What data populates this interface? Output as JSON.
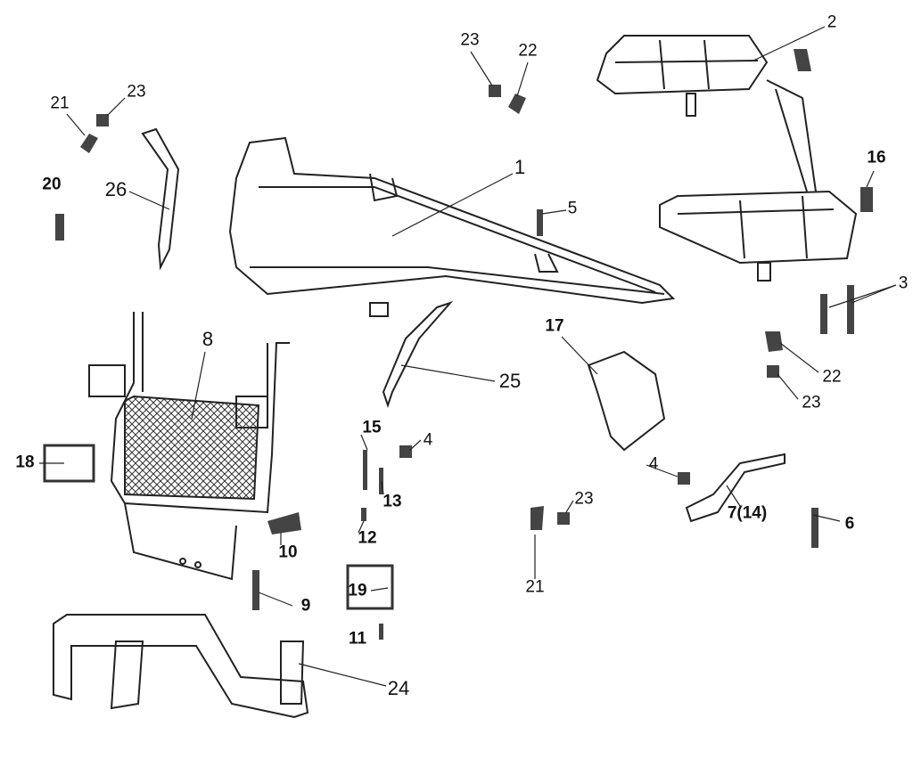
{
  "callouts": [
    {
      "id": "2",
      "bold": false
    },
    {
      "id": "23",
      "bold": false
    },
    {
      "id": "22",
      "bold": false
    },
    {
      "id": "21",
      "bold": false
    },
    {
      "id": "23",
      "bold": false
    },
    {
      "id": "20",
      "bold": true
    },
    {
      "id": "26",
      "bold": false
    },
    {
      "id": "1",
      "bold": false
    },
    {
      "id": "16",
      "bold": true
    },
    {
      "id": "5",
      "bold": false
    },
    {
      "id": "3",
      "bold": false
    },
    {
      "id": "8",
      "bold": false
    },
    {
      "id": "17",
      "bold": true
    },
    {
      "id": "25",
      "bold": false
    },
    {
      "id": "22",
      "bold": false
    },
    {
      "id": "23",
      "bold": false
    },
    {
      "id": "15",
      "bold": true
    },
    {
      "id": "4",
      "bold": false
    },
    {
      "id": "18",
      "bold": true
    },
    {
      "id": "13",
      "bold": true
    },
    {
      "id": "4",
      "bold": false
    },
    {
      "id": "23",
      "bold": false
    },
    {
      "id": "7(14)",
      "bold": true
    },
    {
      "id": "6",
      "bold": true
    },
    {
      "id": "12",
      "bold": true
    },
    {
      "id": "10",
      "bold": true
    },
    {
      "id": "21",
      "bold": false
    },
    {
      "id": "19",
      "bold": true
    },
    {
      "id": "9",
      "bold": true
    },
    {
      "id": "11",
      "bold": true
    },
    {
      "id": "24",
      "bold": false
    }
  ]
}
